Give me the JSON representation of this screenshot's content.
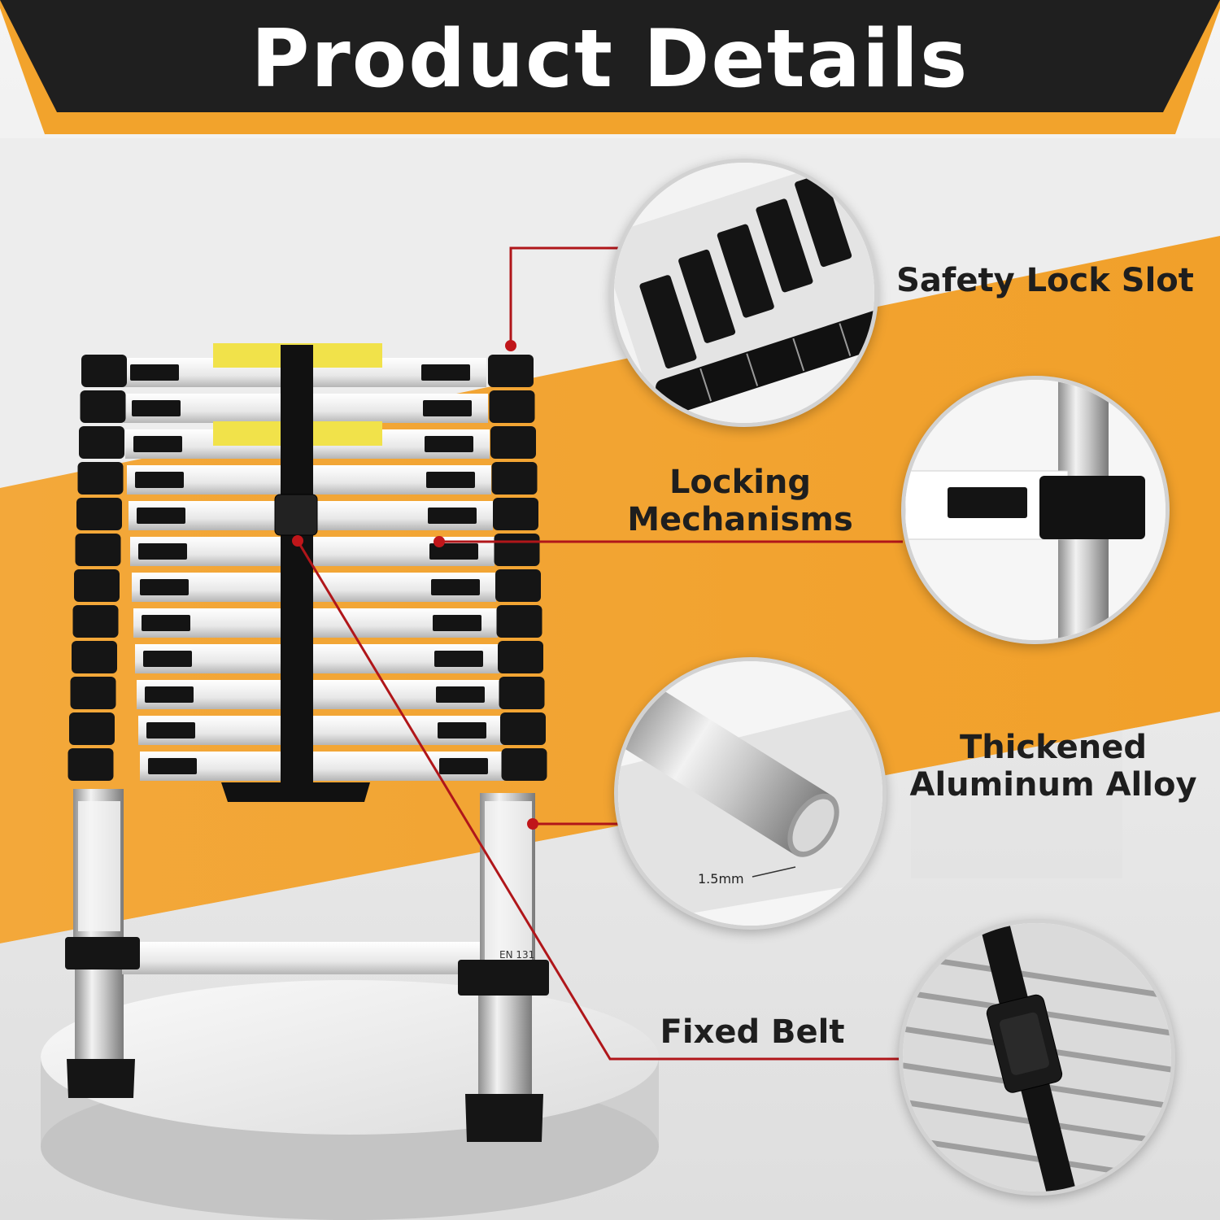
{
  "banner": {
    "title": "Product Details"
  },
  "features": [
    {
      "name": "safety_lock_slot",
      "label": "Safety Lock Slot"
    },
    {
      "name": "locking_mechanisms",
      "label_line1": "Locking",
      "label_line2": "Mechanisms"
    },
    {
      "name": "thickened_aluminum_alloy",
      "label_line1": "Thickened",
      "label_line2": "Aluminum Alloy",
      "thickness": "1.5mm"
    },
    {
      "name": "fixed_belt",
      "label": "Fixed Belt"
    }
  ],
  "ladder": {
    "certification": "EN 131"
  },
  "colors": {
    "banner_dark": "#1f1f1f",
    "accent_orange": "#f2a32c",
    "callout_red": "#b0161a",
    "text_dark": "#1e1e1e"
  },
  "icons": [
    "ladder-product-image",
    "safety-lock-slot-closeup",
    "locking-mechanism-closeup",
    "aluminum-tube-closeup",
    "fixed-belt-closeup"
  ]
}
